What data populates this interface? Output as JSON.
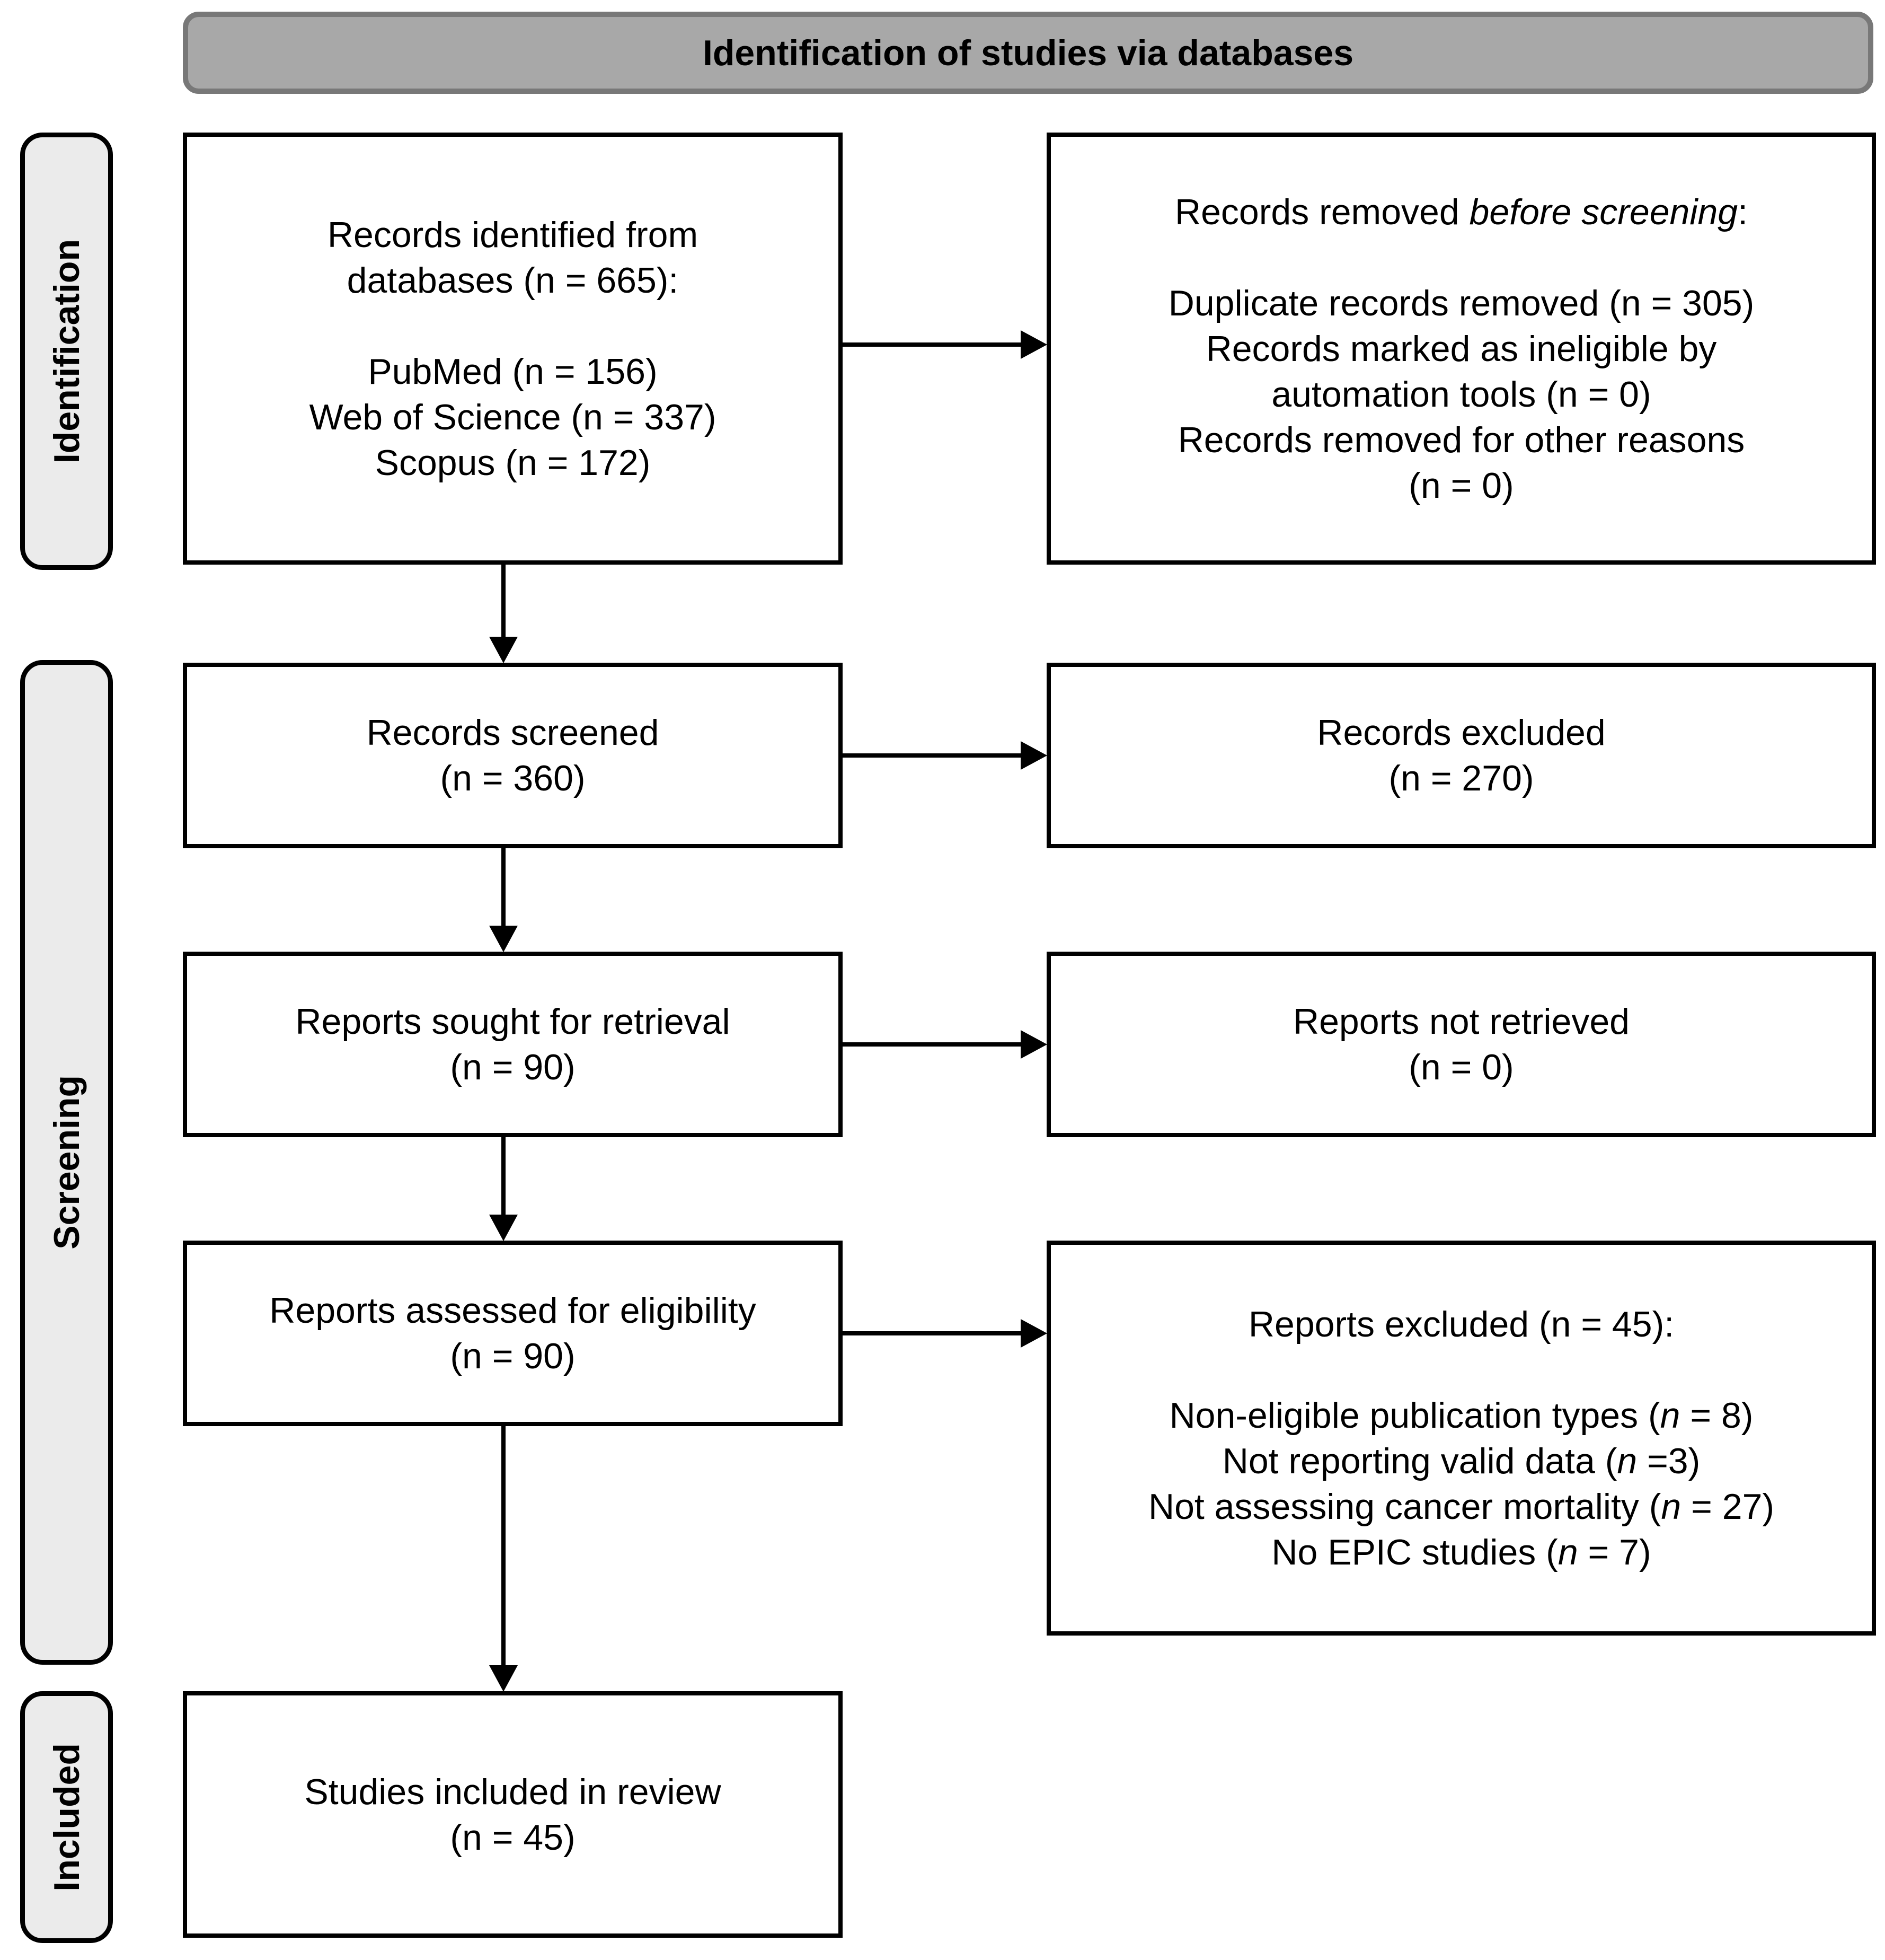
{
  "title": "Identification of studies via databases",
  "side_labels": {
    "identification": "Identification",
    "screening": "Screening",
    "included": "Included"
  },
  "accent_colors": {
    "title_bar_fill": "#a8a8a8",
    "title_bar_border": "#787878",
    "stage_label_fill": "#ebebeb",
    "box_border": "#000000"
  },
  "boxes": {
    "records_identified": {
      "lines": [
        "Records identified from",
        "databases (n = 665):",
        "",
        "PubMed (n = 156)",
        "Web of Science (n = 337)",
        "Scopus (n = 172)"
      ]
    },
    "records_removed": {
      "lines": [
        [
          {
            "t": "Records removed "
          },
          {
            "t": "before screening",
            "i": true
          },
          {
            "t": ":"
          }
        ],
        "",
        "Duplicate records removed (n = 305)",
        "Records marked as ineligible by",
        "automation tools (n = 0)",
        "Records removed for other reasons",
        "(n = 0)"
      ]
    },
    "records_screened": {
      "lines": [
        "Records screened",
        "(n = 360)"
      ]
    },
    "records_excluded": {
      "lines": [
        "Records excluded",
        "(n = 270)"
      ]
    },
    "reports_sought": {
      "lines": [
        "Reports sought for retrieval",
        "(n = 90)"
      ]
    },
    "reports_not_retrieved": {
      "lines": [
        "Reports not retrieved",
        "(n = 0)"
      ]
    },
    "reports_assessed": {
      "lines": [
        "Reports assessed for eligibility",
        "(n = 90)"
      ]
    },
    "reports_excluded": {
      "lines": [
        "Reports excluded (n = 45):",
        "",
        [
          {
            "t": "Non-eligible publication types ("
          },
          {
            "t": "n",
            "i": true
          },
          {
            "t": " = 8)"
          }
        ],
        [
          {
            "t": "Not reporting valid data ("
          },
          {
            "t": "n",
            "i": true
          },
          {
            "t": " =3)"
          }
        ],
        [
          {
            "t": "Not assessing cancer mortality ("
          },
          {
            "t": "n",
            "i": true
          },
          {
            "t": " = 27)"
          }
        ],
        [
          {
            "t": "No EPIC studies ("
          },
          {
            "t": "n",
            "i": true
          },
          {
            "t": " = 7)"
          }
        ]
      ]
    },
    "studies_included": {
      "lines": [
        "Studies included in review",
        "(n = 45)"
      ]
    }
  }
}
